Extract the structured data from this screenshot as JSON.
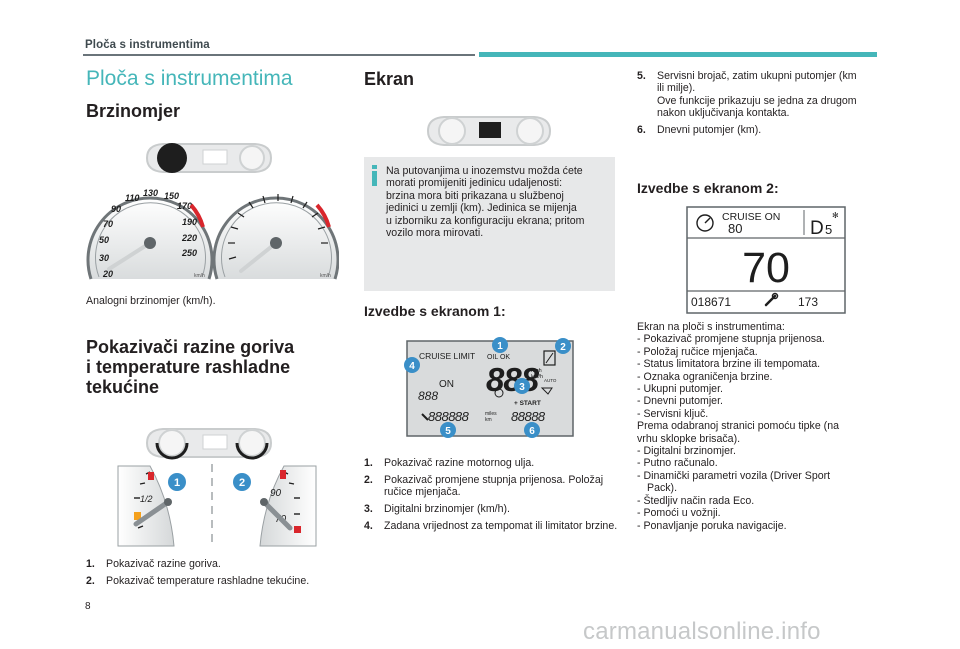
{
  "header": {
    "label": "Ploča s instrumentima"
  },
  "page_title": "Ploča s instrumentima",
  "brzinomjer": {
    "heading": "Brzinomjer",
    "caption": "Analogni brzinomjer (km/h).",
    "left_dial": {
      "scale": [
        "20",
        "30",
        "50",
        "70",
        "90",
        "110",
        "130",
        "150",
        "170",
        "190",
        "220",
        "250"
      ],
      "unit": "km/h"
    },
    "right_dial": {
      "unit": "km/h"
    }
  },
  "gorivo": {
    "heading_lines": [
      "Pokazivači razine goriva",
      "i temperature rashladne",
      "tekućine"
    ],
    "gauge_labels": {
      "fuel_half": "1/2",
      "temp_mid": "90",
      "temp_low": "70"
    },
    "callouts": [
      "1",
      "2"
    ],
    "items": [
      {
        "n": "1.",
        "text": "Pokazivač razine goriva."
      },
      {
        "n": "2.",
        "text": "Pokazivač temperature rashladne tekućine."
      }
    ]
  },
  "ekran": {
    "heading": "Ekran",
    "info_lines": [
      "Na putovanjima u inozemstvu možda ćete",
      "morati promijeniti jedinicu udaljenosti:",
      "brzina mora biti prikazana u službenoj",
      "jedinici u zemlji (km). Jedinica se mijenja",
      "u izborniku za konfiguraciju ekrana; pritom",
      "vozilo mora mirovati."
    ]
  },
  "izvedbe1": {
    "heading": "Izvedbe s ekranom 1:",
    "display": {
      "cruise_label": "CRUISE LIMIT",
      "oil_label": "OIL OK",
      "on_label": "ON",
      "speed": "888",
      "mph_label": "mph",
      "kmh_label": "km/h",
      "small_digits": "888",
      "odo": "888888",
      "miles_label": "miles",
      "km_label": "km",
      "trip": "88888",
      "start_label": "+ START",
      "auto_label": "AUTO",
      "callouts": [
        "1",
        "2",
        "3",
        "4",
        "5",
        "6"
      ]
    },
    "items": [
      {
        "n": "1.",
        "text": "Pokazivač razine motornog ulja."
      },
      {
        "n": "2.",
        "text": "Pokazivač promjene stupnja prijenosa. Položaj ručice mjenjača."
      },
      {
        "n": "3.",
        "text": "Digitalni brzinomjer (km/h)."
      },
      {
        "n": "4.",
        "text": "Zadana vrijednost za tempomat ili limitator brzine."
      }
    ]
  },
  "col3_items": [
    {
      "n": "5.",
      "lines": [
        "Servisni brojač, zatim ukupni putomjer (km",
        "ili milje).",
        "Ove funkcije prikazuju se jedna za drugom",
        "nakon uključivanja kontakta."
      ]
    },
    {
      "n": "6.",
      "lines": [
        "Dnevni putomjer (km)."
      ]
    }
  ],
  "izvedbe2": {
    "heading": "Izvedbe s ekranom 2:",
    "display": {
      "cruise_label": "CRUISE ON",
      "cruise_value": "80",
      "gear": "D",
      "gear_number": "5",
      "speed": "70",
      "odo": "018671",
      "service": "173"
    },
    "lines": [
      {
        "text": "Ekran na ploči s instrumentima:",
        "indent": false
      },
      {
        "text": "-  Pokazivač promjene stupnja prijenosa.",
        "indent": false
      },
      {
        "text": "-  Položaj ručice mjenjača.",
        "indent": false
      },
      {
        "text": "-  Status limitatora brzine ili tempomata.",
        "indent": false
      },
      {
        "text": "-  Oznaka ograničenja brzine.",
        "indent": false
      },
      {
        "text": "-  Ukupni putomjer.",
        "indent": false
      },
      {
        "text": "-  Dnevni putomjer.",
        "indent": false
      },
      {
        "text": "-  Servisni ključ.",
        "indent": false
      },
      {
        "text": "Prema odabranoj stranici pomoću tipke (na",
        "indent": false
      },
      {
        "text": "vrhu sklopke brisača).",
        "indent": false
      },
      {
        "text": "-  Digitalni brzinomjer.",
        "indent": false
      },
      {
        "text": "-  Putno računalo.",
        "indent": false
      },
      {
        "text": "-  Dinamički parametri vozila (Driver Sport",
        "indent": false
      },
      {
        "text": "Pack).",
        "indent": true
      },
      {
        "text": "-  Štedljiv način rada Eco.",
        "indent": false
      },
      {
        "text": "-  Pomoći u vožnji.",
        "indent": false
      },
      {
        "text": "-  Ponavljanje poruka navigacije.",
        "indent": false
      }
    ]
  },
  "page_number": "8",
  "watermark": "carmanualsonline.info",
  "colors": {
    "accent": "#45b6b9",
    "callout": "#3a8fc8",
    "red": "#d9262c",
    "info_bg": "#e7e8e9"
  }
}
